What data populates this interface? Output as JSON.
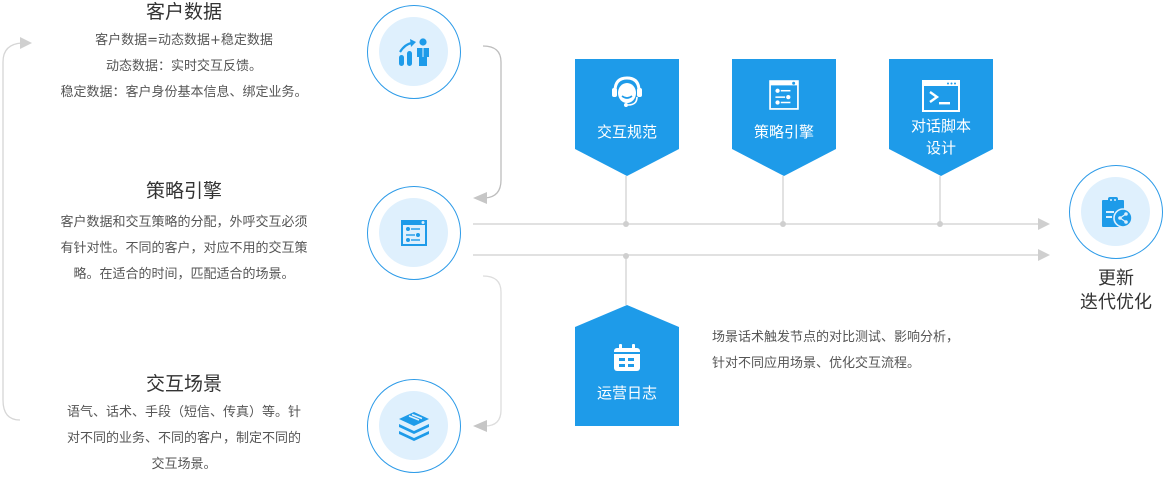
{
  "colors": {
    "accent": "#1e9be9",
    "circle_fill": "#dff0fd",
    "line": "#cccccc"
  },
  "left_sections": [
    {
      "title": "客户数据",
      "lines": [
        "客户数据=动态数据+稳定数据",
        "动态数据：实时交互反馈。",
        "稳定数据：客户身份基本信息、绑定业务。"
      ],
      "icon": "growth-chart-person-icon"
    },
    {
      "title": "策略引擎",
      "lines": [
        "客户数据和交互策略的分配，外呼交互必须",
        "有针对性。不同的客户，对应不用的交互策",
        "略。在适合的时间，匹配适合的场景。"
      ],
      "icon": "settings-panel-icon"
    },
    {
      "title": "交互场景",
      "lines": [
        "语气、话术、手段（短信、传真）等。针",
        "对不同的业务、不同的客户，制定不同的",
        "交互场景。"
      ],
      "icon": "layers-icon"
    }
  ],
  "top_boxes": [
    {
      "label": "交互规范",
      "icon": "headset-agent-icon"
    },
    {
      "label": "策略引擎",
      "icon": "settings-panel-icon"
    },
    {
      "label": "对话脚本\n设计",
      "label_lines": [
        "对话脚本",
        "设计"
      ],
      "icon": "terminal-icon"
    }
  ],
  "bottom_box": {
    "label": "运营日志",
    "icon": "calendar-icon"
  },
  "bottom_note": [
    "场景话术触发节点的对比测试、影响分析，",
    "针对不同应用场景、优化交互流程。"
  ],
  "final": {
    "lines": [
      "更新",
      "迭代优化"
    ],
    "icon": "clipboard-share-icon"
  }
}
